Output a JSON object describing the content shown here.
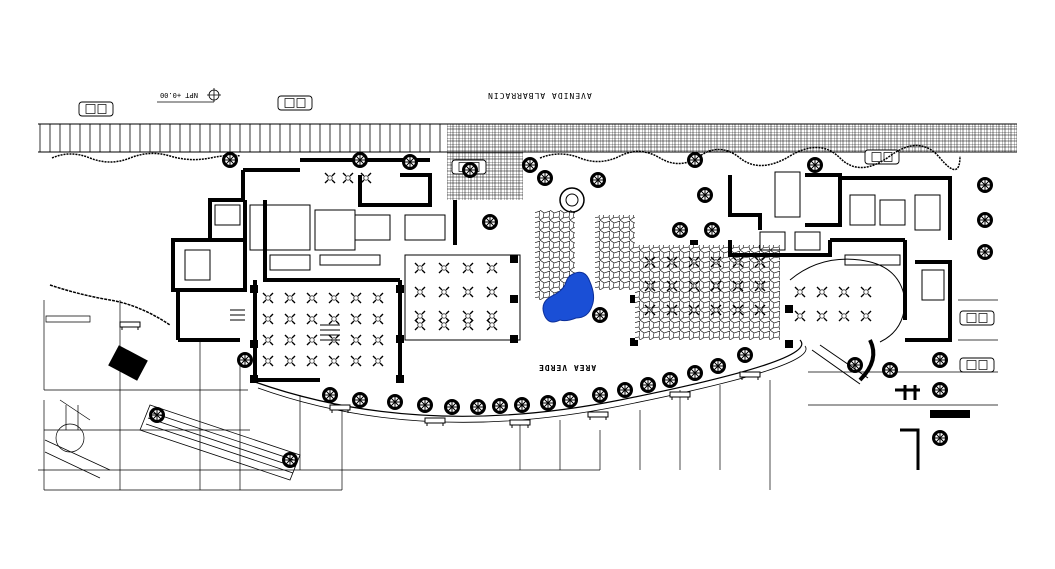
{
  "drawing": {
    "street_name": "AVENIDA ALBARRACIN",
    "level_label": "NPT +0.00",
    "area_label": "AREA VERDE",
    "pond_color": "#1a4fd6",
    "line_color": "#000000",
    "background_color": "#ffffff"
  }
}
